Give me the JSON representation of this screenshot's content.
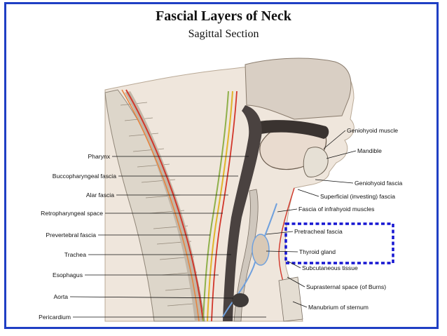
{
  "title": "Fascial Layers of Neck",
  "subtitle": "Sagittal Section",
  "colors": {
    "frame": "#1f3fc4",
    "highlight_box": "#1616d2",
    "red_fascia": "#d2362a",
    "yellow_fascia": "#e0b52a",
    "green_fascia": "#8fb04a",
    "blue_fascia": "#6fa0dd"
  },
  "labels_left": [
    "Pharynx",
    "Buccopharyngeal fascia",
    "Alar fascia",
    "Retropharyngeal space",
    "Prevertebral fascia",
    "Trachea",
    "Esophagus",
    "Aorta",
    "Pericardium"
  ],
  "labels_right": [
    "Geniohyoid muscle",
    "Mandible",
    "Geniohyoid fascia",
    "Superficial (investing) fascia",
    "Fascia of infrahyoid muscles",
    "Pretracheal fascia",
    "Thyroid gland",
    "Subcutaneous tissue",
    "Suprasternal space (of Burns)",
    "Manubrium of sternum"
  ]
}
